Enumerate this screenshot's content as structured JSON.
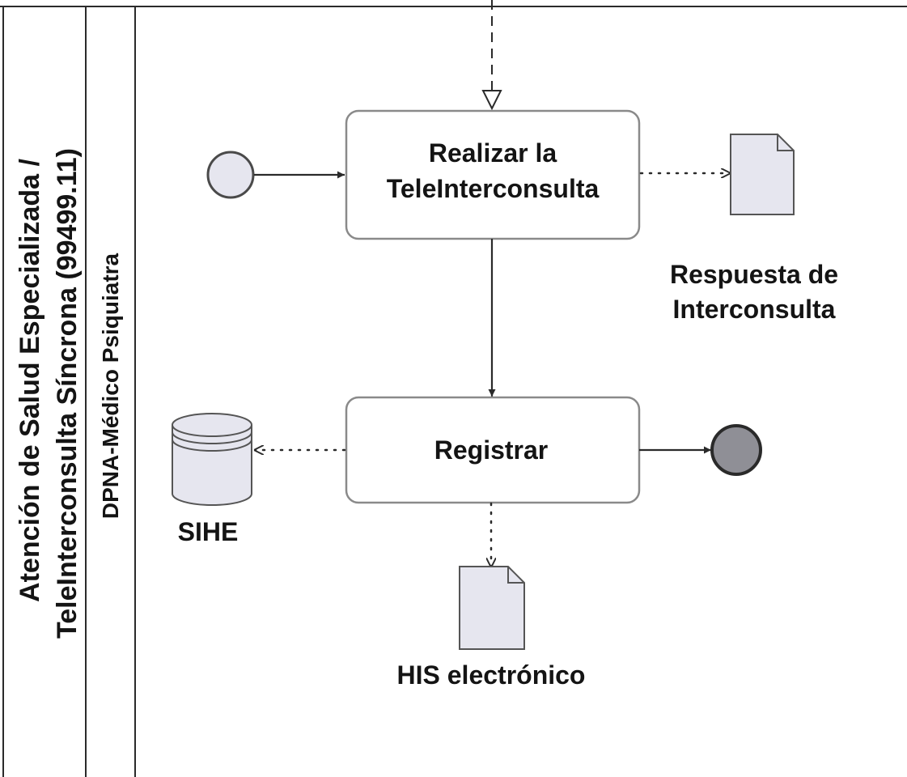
{
  "pool": {
    "title_line1": "Atención de Salud Especializada /",
    "title_line2": "TeleInterconsulta Síncrona (99499.11)"
  },
  "lane": {
    "title": "DPNA-Médico Psiquiatra"
  },
  "tasks": [
    {
      "label_line1": "Realizar la",
      "label_line2": "TeleInterconsulta"
    },
    {
      "label": "Registrar"
    }
  ],
  "artifacts": {
    "respuesta_line1": "Respuesta de",
    "respuesta_line2": "Interconsulta",
    "datastore": "SIHE",
    "his": "HIS electrónico"
  },
  "colors": {
    "line": "#2a2a2a",
    "task_border": "#8a8a8a",
    "shape_fill": "#e6e6ef",
    "end_event_fill": "#8f8f96",
    "text": "#141414"
  }
}
